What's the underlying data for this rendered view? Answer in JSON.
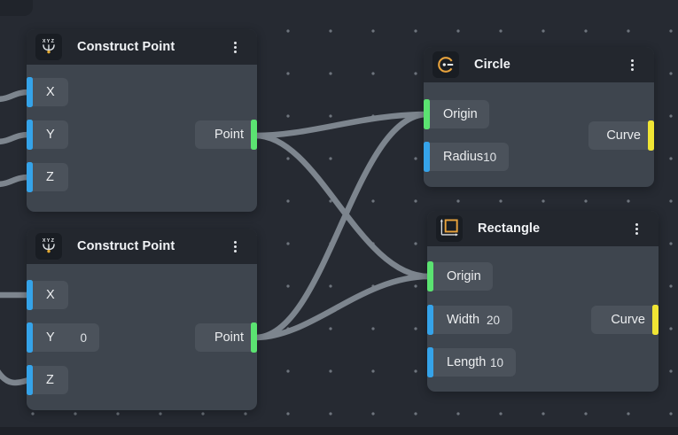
{
  "canvas": {
    "background": "#262a32",
    "dot_color": "#6e747d"
  },
  "colors": {
    "blue": "#35a3e9",
    "green": "#5be371",
    "yellow": "#f0e534",
    "wire": "#7d858e",
    "icon_amber": "#e8a33d",
    "icon_dot_yellow": "#e3aa33"
  },
  "nodes": {
    "cp1": {
      "title": "Construct Point",
      "icon": "construct-point-icon",
      "inputs": [
        {
          "label": "X",
          "color": "blue"
        },
        {
          "label": "Y",
          "color": "blue"
        },
        {
          "label": "Z",
          "color": "blue"
        }
      ],
      "outputs": [
        {
          "label": "Point",
          "color": "green"
        }
      ]
    },
    "cp2": {
      "title": "Construct Point",
      "icon": "construct-point-icon",
      "inputs": [
        {
          "label": "X",
          "color": "blue"
        },
        {
          "label": "Y",
          "value": "0",
          "color": "blue"
        },
        {
          "label": "Z",
          "color": "blue"
        }
      ],
      "outputs": [
        {
          "label": "Point",
          "color": "green"
        }
      ]
    },
    "circle": {
      "title": "Circle",
      "icon": "circle-icon",
      "inputs": [
        {
          "label": "Origin",
          "color": "green"
        },
        {
          "label": "Radius",
          "value": "10",
          "color": "blue"
        }
      ],
      "outputs": [
        {
          "label": "Curve",
          "color": "yellow"
        }
      ]
    },
    "rect": {
      "title": "Rectangle",
      "icon": "rectangle-icon",
      "inputs": [
        {
          "label": "Origin",
          "color": "green"
        },
        {
          "label": "Width",
          "value": "20",
          "color": "blue"
        },
        {
          "label": "Length",
          "value": "10",
          "color": "blue"
        }
      ],
      "outputs": [
        {
          "label": "Curve",
          "color": "yellow"
        }
      ]
    }
  },
  "connections": [
    {
      "from": "cp1.Point",
      "to": "circle.Origin"
    },
    {
      "from": "cp1.Point",
      "to": "rect.Origin"
    },
    {
      "from": "cp2.Point",
      "to": "circle.Origin"
    },
    {
      "from": "cp2.Point",
      "to": "rect.Origin"
    },
    {
      "from": "offscreen",
      "to": "cp1.X"
    },
    {
      "from": "offscreen",
      "to": "cp1.Y"
    },
    {
      "from": "offscreen",
      "to": "cp1.Z"
    },
    {
      "from": "offscreen",
      "to": "cp2.X"
    },
    {
      "from": "offscreen",
      "to": "cp2.Z"
    }
  ]
}
